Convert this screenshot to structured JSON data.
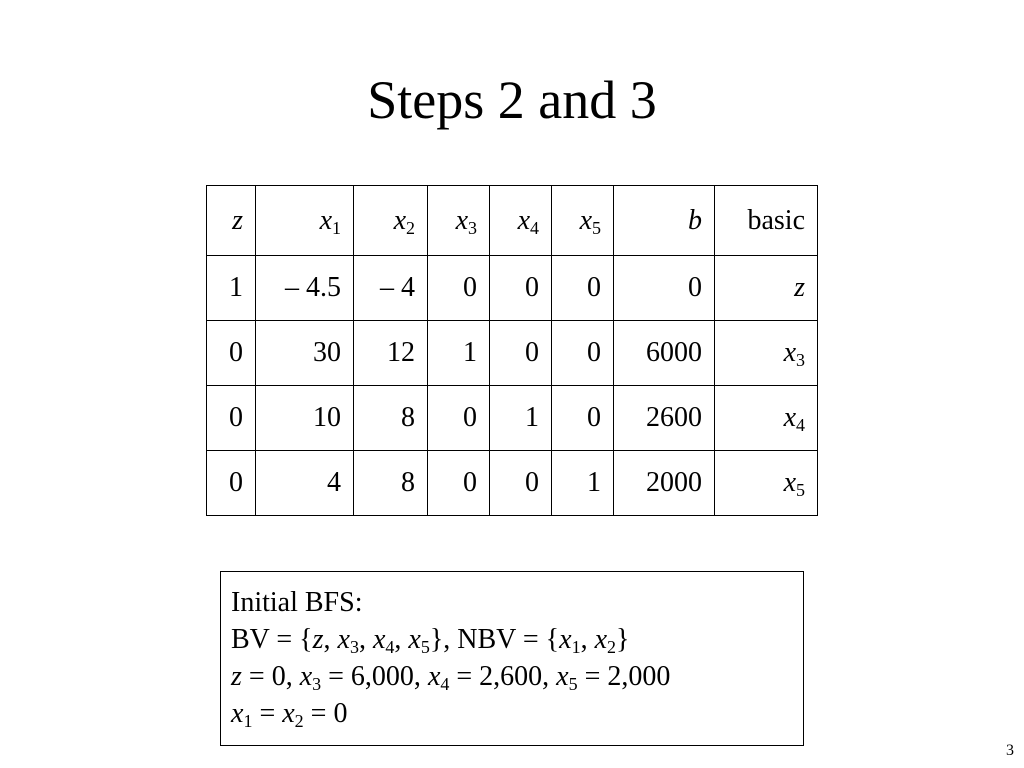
{
  "slide": {
    "title": "Steps 2 and 3",
    "page_number": "3"
  },
  "tableau": {
    "header": [
      {
        "var": "z",
        "sub": ""
      },
      {
        "var": "x",
        "sub": "1"
      },
      {
        "var": "x",
        "sub": "2"
      },
      {
        "var": "x",
        "sub": "3"
      },
      {
        "var": "x",
        "sub": "4"
      },
      {
        "var": "x",
        "sub": "5"
      },
      {
        "var": "b",
        "sub": ""
      },
      {
        "text": "basic"
      }
    ],
    "rows": [
      {
        "values": [
          "1",
          "– 4.5",
          "– 4",
          "0",
          "0",
          "0",
          "0"
        ],
        "basic": {
          "var": "z",
          "sub": ""
        }
      },
      {
        "values": [
          "0",
          "30",
          "12",
          "1",
          "0",
          "0",
          "6000"
        ],
        "basic": {
          "var": "x",
          "sub": "3"
        }
      },
      {
        "values": [
          "0",
          "10",
          "8",
          "0",
          "1",
          "0",
          "2600"
        ],
        "basic": {
          "var": "x",
          "sub": "4"
        }
      },
      {
        "values": [
          "0",
          "4",
          "8",
          "0",
          "0",
          "1",
          "2000"
        ],
        "basic": {
          "var": "x",
          "sub": "5"
        }
      }
    ]
  },
  "bfs": {
    "heading": "Initial BFS:",
    "bv_label": "BV = {",
    "nbv_label": "}, NBV = {",
    "z_value": " = 0, ",
    "x3_value": " = 6,000, ",
    "x4_value": " = 2,600, ",
    "x5_value": " = 2,000",
    "equals": " = ",
    "zero": " = 0",
    "comma": ", ",
    "close": "}",
    "v_z": "z",
    "v_x": "x",
    "s1": "1",
    "s2": "2",
    "s3": "3",
    "s4": "4",
    "s5": "5"
  }
}
